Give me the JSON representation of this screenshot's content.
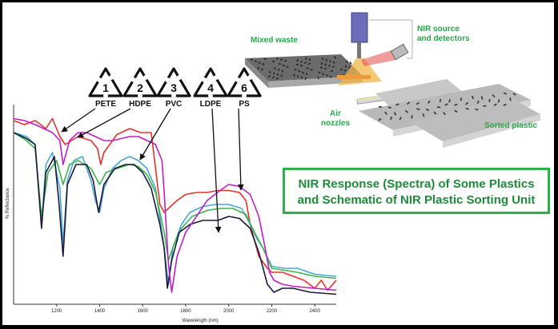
{
  "caption": {
    "line1": "NIR Response (Spectra) of Some Plastics",
    "line2": "and Schematic of NIR Plastic Sorting Unit"
  },
  "resin_codes": [
    {
      "number": "1",
      "abbr": "PETE"
    },
    {
      "number": "2",
      "abbr": "HDPE"
    },
    {
      "number": "3",
      "abbr": "PVC"
    },
    {
      "number": "4",
      "abbr": "LDPE"
    },
    {
      "number": "6",
      "abbr": "PS"
    }
  ],
  "sorting_unit": {
    "mixed_waste": "Mixed waste",
    "nir_source_line1": "NIR source",
    "nir_source_line2": "and detectors",
    "air_line1": "Air",
    "air_line2": "nozzles",
    "sorted": "Sorted plastic"
  },
  "chart_data": {
    "type": "line",
    "xlabel": "Wavelength (nm)",
    "ylabel": "% Reflectance",
    "xlim": [
      1000,
      2500
    ],
    "ylim": [
      0,
      100
    ],
    "x_ticks": [
      "1200",
      "1400",
      "1600",
      "1800",
      "2000",
      "2200",
      "2400"
    ],
    "grid": false,
    "series": [
      {
        "color": "#e8302a",
        "points": [
          [
            1000,
            92
          ],
          [
            1050,
            90
          ],
          [
            1100,
            92
          ],
          [
            1150,
            88
          ],
          [
            1180,
            93
          ],
          [
            1215,
            84
          ],
          [
            1240,
            80
          ],
          [
            1270,
            82
          ],
          [
            1300,
            84
          ],
          [
            1360,
            82
          ],
          [
            1390,
            78
          ],
          [
            1405,
            70
          ],
          [
            1420,
            76
          ],
          [
            1480,
            85
          ],
          [
            1540,
            88
          ],
          [
            1590,
            86
          ],
          [
            1640,
            86
          ],
          [
            1680,
            50
          ],
          [
            1700,
            46
          ],
          [
            1720,
            48
          ],
          [
            1760,
            52
          ],
          [
            1800,
            55
          ],
          [
            1850,
            56
          ],
          [
            1900,
            56
          ],
          [
            1950,
            57
          ],
          [
            2000,
            57
          ],
          [
            2050,
            56
          ],
          [
            2080,
            52
          ],
          [
            2100,
            40
          ],
          [
            2140,
            24
          ],
          [
            2180,
            18
          ],
          [
            2200,
            16
          ],
          [
            2250,
            16
          ],
          [
            2300,
            14
          ],
          [
            2350,
            12
          ],
          [
            2400,
            8
          ],
          [
            2430,
            12
          ],
          [
            2460,
            7
          ],
          [
            2500,
            12
          ]
        ]
      },
      {
        "color": "#4aa6d8",
        "points": [
          [
            1000,
            86
          ],
          [
            1060,
            84
          ],
          [
            1100,
            80
          ],
          [
            1130,
            40
          ],
          [
            1150,
            70
          ],
          [
            1180,
            76
          ],
          [
            1215,
            58
          ],
          [
            1230,
            30
          ],
          [
            1250,
            62
          ],
          [
            1280,
            72
          ],
          [
            1320,
            74
          ],
          [
            1360,
            62
          ],
          [
            1380,
            52
          ],
          [
            1400,
            46
          ],
          [
            1420,
            58
          ],
          [
            1460,
            68
          ],
          [
            1500,
            72
          ],
          [
            1540,
            74
          ],
          [
            1580,
            72
          ],
          [
            1620,
            68
          ],
          [
            1660,
            58
          ],
          [
            1700,
            28
          ],
          [
            1720,
            10
          ],
          [
            1740,
            28
          ],
          [
            1780,
            40
          ],
          [
            1820,
            46
          ],
          [
            1880,
            49
          ],
          [
            1940,
            50
          ],
          [
            2000,
            50
          ],
          [
            2060,
            48
          ],
          [
            2100,
            40
          ],
          [
            2130,
            33
          ],
          [
            2160,
            28
          ],
          [
            2200,
            19
          ],
          [
            2260,
            18
          ],
          [
            2320,
            18
          ],
          [
            2400,
            15
          ],
          [
            2500,
            14
          ]
        ]
      },
      {
        "color": "#3ab54a",
        "points": [
          [
            1000,
            86
          ],
          [
            1060,
            82
          ],
          [
            1100,
            78
          ],
          [
            1130,
            44
          ],
          [
            1160,
            66
          ],
          [
            1200,
            72
          ],
          [
            1230,
            60
          ],
          [
            1260,
            70
          ],
          [
            1300,
            72
          ],
          [
            1360,
            68
          ],
          [
            1400,
            60
          ],
          [
            1430,
            66
          ],
          [
            1480,
            68
          ],
          [
            1540,
            70
          ],
          [
            1580,
            69
          ],
          [
            1620,
            65
          ],
          [
            1660,
            56
          ],
          [
            1700,
            36
          ],
          [
            1720,
            22
          ],
          [
            1745,
            30
          ],
          [
            1780,
            38
          ],
          [
            1830,
            44
          ],
          [
            1900,
            47
          ],
          [
            1960,
            48
          ],
          [
            2020,
            48
          ],
          [
            2080,
            45
          ],
          [
            2120,
            36
          ],
          [
            2160,
            28
          ],
          [
            2200,
            18
          ],
          [
            2260,
            17
          ],
          [
            2320,
            16
          ],
          [
            2400,
            14
          ],
          [
            2500,
            13
          ]
        ]
      },
      {
        "color": "#1a1a3a",
        "points": [
          [
            1000,
            86
          ],
          [
            1060,
            83
          ],
          [
            1100,
            80
          ],
          [
            1130,
            38
          ],
          [
            1150,
            66
          ],
          [
            1190,
            74
          ],
          [
            1210,
            52
          ],
          [
            1230,
            24
          ],
          [
            1250,
            60
          ],
          [
            1290,
            70
          ],
          [
            1340,
            70
          ],
          [
            1370,
            62
          ],
          [
            1395,
            46
          ],
          [
            1420,
            60
          ],
          [
            1470,
            68
          ],
          [
            1520,
            70
          ],
          [
            1560,
            70
          ],
          [
            1600,
            66
          ],
          [
            1640,
            58
          ],
          [
            1680,
            40
          ],
          [
            1700,
            28
          ],
          [
            1715,
            8
          ],
          [
            1735,
            22
          ],
          [
            1770,
            36
          ],
          [
            1820,
            40
          ],
          [
            1880,
            42
          ],
          [
            1950,
            42
          ],
          [
            2000,
            44
          ],
          [
            2050,
            43
          ],
          [
            2100,
            38
          ],
          [
            2140,
            26
          ],
          [
            2180,
            10
          ],
          [
            2210,
            6
          ],
          [
            2250,
            8
          ],
          [
            2300,
            8
          ],
          [
            2380,
            6
          ],
          [
            2500,
            5
          ]
        ]
      },
      {
        "color": "#c01ec8",
        "points": [
          [
            1000,
            93
          ],
          [
            1050,
            92
          ],
          [
            1100,
            90
          ],
          [
            1140,
            88
          ],
          [
            1180,
            86
          ],
          [
            1215,
            82
          ],
          [
            1230,
            70
          ],
          [
            1260,
            82
          ],
          [
            1300,
            86
          ],
          [
            1340,
            86
          ],
          [
            1380,
            84
          ],
          [
            1420,
            82
          ],
          [
            1460,
            82
          ],
          [
            1500,
            83
          ],
          [
            1540,
            84
          ],
          [
            1580,
            84
          ],
          [
            1620,
            82
          ],
          [
            1660,
            80
          ],
          [
            1690,
            72
          ],
          [
            1700,
            56
          ],
          [
            1720,
            20
          ],
          [
            1735,
            6
          ],
          [
            1760,
            24
          ],
          [
            1800,
            36
          ],
          [
            1850,
            44
          ],
          [
            1900,
            52
          ],
          [
            1960,
            57
          ],
          [
            2000,
            60
          ],
          [
            2050,
            59
          ],
          [
            2100,
            55
          ],
          [
            2140,
            44
          ],
          [
            2170,
            28
          ],
          [
            2190,
            16
          ],
          [
            2210,
            12
          ],
          [
            2250,
            10
          ],
          [
            2300,
            9
          ],
          [
            2400,
            8
          ],
          [
            2500,
            7
          ]
        ]
      }
    ]
  }
}
